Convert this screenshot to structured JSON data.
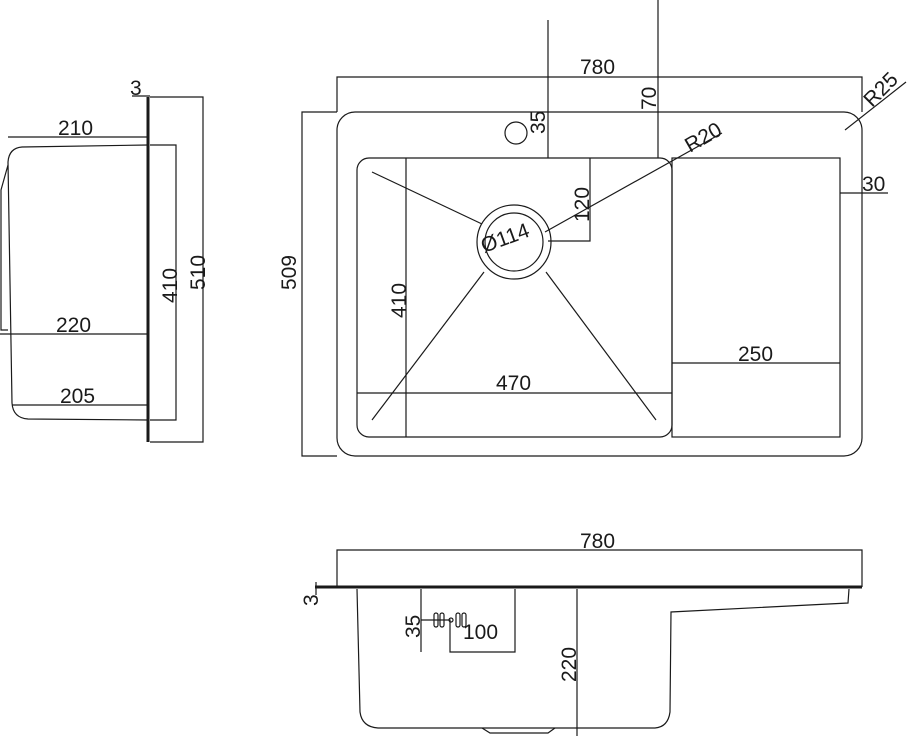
{
  "side_view": {
    "thickness": "3",
    "total_height": "510",
    "bowl_length": "410",
    "top_depth": "210",
    "mid_depth": "220",
    "bottom_depth": "205"
  },
  "top_view": {
    "width": "780",
    "depth": "509",
    "corner_radius": "R25",
    "bowl_radius": "R20",
    "tap_offset": "35",
    "tap_distance": "70",
    "drain_diameter": "Ø114",
    "drain_offset": "120",
    "bowl_length": "410",
    "bowl_width": "470",
    "drainboard_width": "250",
    "edge_margin": "30"
  },
  "front_view": {
    "width": "780",
    "thickness": "3",
    "overflow_height": "35",
    "overflow_offset": "100",
    "bowl_depth": "220"
  }
}
